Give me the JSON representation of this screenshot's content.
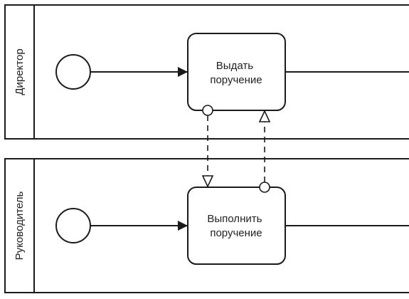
{
  "colors": {
    "stroke": "#1a1a1a",
    "fill": "#ffffff",
    "text": "#222222"
  },
  "lanes": [
    {
      "label": "Директор",
      "task": {
        "line1": "Выдать",
        "line2": "поручение"
      }
    },
    {
      "label": "Руководитель",
      "task": {
        "line1": "Выполнить",
        "line2": "поручение"
      }
    }
  ],
  "message_flows": [
    {
      "from": "Выдать поручение",
      "to": "Выполнить поручение"
    },
    {
      "from": "Выполнить поручение",
      "to": "Выдать поручение"
    }
  ]
}
